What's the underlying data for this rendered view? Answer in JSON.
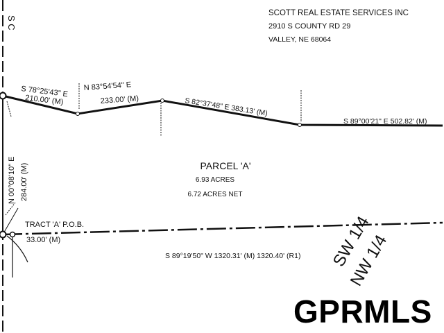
{
  "owner": {
    "name": "SCOTT REAL ESTATE SERVICES INC",
    "street": "2910 S COUNTY RD 29",
    "city": "VALLEY, NE 68064"
  },
  "top_left_label": "S C",
  "courses": {
    "c1": "S 78°25'43\" E",
    "c1_dist": "210.00' (M)",
    "c2": "N 83°54'54\" E",
    "c2_dist": "233.00' (M)",
    "c3": "S 82°37'48\" E 383.13' (M)",
    "c4": "S 89°00'21\" E 502.82' (M)",
    "west": "N 00°08'10\" E",
    "west_dist": "284.00' (M)",
    "south": "S 89°19'50\" W 1320.31' (M) 1320.40' (R1)",
    "pob": "TRACT 'A' P.O.B.",
    "pob_dist": "33.00' (M)"
  },
  "parcel": {
    "name": "PARCEL 'A'",
    "acres": "6.93 ACRES",
    "net": "6.72 ACRES NET"
  },
  "quarter": {
    "upper": "SW 1/4",
    "lower": "NW 1/4"
  },
  "watermark": "GPRMLS",
  "colors": {
    "ink": "#111111",
    "background": "#ffffff"
  }
}
